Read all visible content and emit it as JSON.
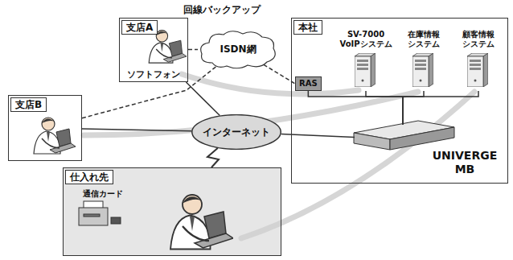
{
  "diagram": {
    "nodes": [
      {
        "text": [
          "支店A",
          "ソフトフォン"
        ]
      },
      {
        "text": [
          "ISDN網"
        ]
      },
      {
        "text": [
          "本社"
        ]
      },
      {
        "text": [
          "RAS"
        ],
        "in": 2
      },
      {
        "text": [
          "SV-7000 VoIPシステム"
        ],
        "in": 2
      },
      {
        "text": [
          "在庫情報 システム"
        ],
        "in": 2
      },
      {
        "text": [
          "顧客情報 システム"
        ],
        "in": 2
      },
      {
        "text": [
          "UNIVERGE MB"
        ],
        "in": 2
      },
      {
        "text": [
          "支店B"
        ]
      },
      {
        "text": [
          "インターネット"
        ]
      },
      {
        "text": [
          "仕入れ先",
          "通信カード"
        ]
      }
    ],
    "edges": [
      {
        "from": 0,
        "to": 1,
        "arrow": "none"
      },
      {
        "from": 8,
        "to": 1,
        "arrow": "none"
      },
      {
        "from": 1,
        "to": 3,
        "arrow": "none"
      },
      {
        "from": 0,
        "to": 9,
        "arrow": "none"
      },
      {
        "from": 8,
        "to": 9,
        "arrow": "none"
      },
      {
        "from": 9,
        "to": 7,
        "arrow": "none"
      },
      {
        "from": 10,
        "to": 9,
        "arrow": "none"
      },
      {
        "from": 3,
        "to": 7,
        "arrow": "none"
      },
      {
        "from": 4,
        "to": 7,
        "arrow": "none"
      },
      {
        "from": 5,
        "to": 7,
        "arrow": "none"
      },
      {
        "from": 6,
        "to": 7,
        "arrow": "none"
      }
    ],
    "labels": [
      "回線バックアップ"
    ]
  }
}
